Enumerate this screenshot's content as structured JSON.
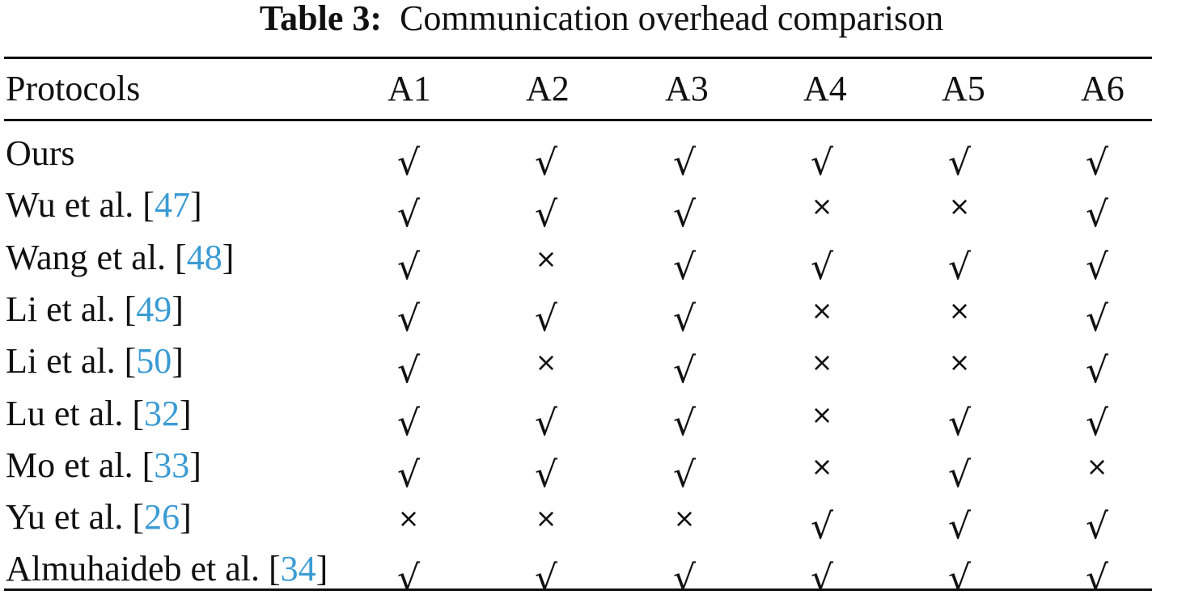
{
  "caption": {
    "label": "Table 3:",
    "text": "Communication overhead comparison"
  },
  "table": {
    "columns": [
      "Protocols",
      "A1",
      "A2",
      "A3",
      "A4",
      "A5",
      "A6"
    ],
    "rows": [
      {
        "name": "Ours",
        "ref": "",
        "marks": [
          "check",
          "check",
          "check",
          "check",
          "check",
          "check"
        ]
      },
      {
        "name": "Wu et al. ",
        "ref": "47",
        "marks": [
          "check",
          "check",
          "check",
          "cross",
          "cross",
          "check"
        ]
      },
      {
        "name": "Wang et al. ",
        "ref": "48",
        "marks": [
          "check",
          "cross",
          "check",
          "check",
          "check",
          "check"
        ]
      },
      {
        "name": "Li et al. ",
        "ref": "49",
        "marks": [
          "check",
          "check",
          "check",
          "cross",
          "cross",
          "check"
        ]
      },
      {
        "name": "Li et al. ",
        "ref": "50",
        "marks": [
          "check",
          "cross",
          "check",
          "cross",
          "cross",
          "check"
        ]
      },
      {
        "name": "Lu et al. ",
        "ref": "32",
        "marks": [
          "check",
          "check",
          "check",
          "cross",
          "check",
          "check"
        ]
      },
      {
        "name": "Mo et al. ",
        "ref": "33",
        "marks": [
          "check",
          "check",
          "check",
          "cross",
          "check",
          "cross"
        ]
      },
      {
        "name": "Yu et al. ",
        "ref": "26",
        "marks": [
          "cross",
          "cross",
          "cross",
          "check",
          "check",
          "check"
        ]
      },
      {
        "name": "Almuhaideb et al. ",
        "ref": "34",
        "marks": [
          "check",
          "check",
          "check",
          "check",
          "check",
          "check"
        ]
      }
    ],
    "symbols": {
      "check": "√",
      "cross": "×"
    },
    "colors": {
      "text": "#111111",
      "reference_link": "#3a9bd4"
    }
  }
}
